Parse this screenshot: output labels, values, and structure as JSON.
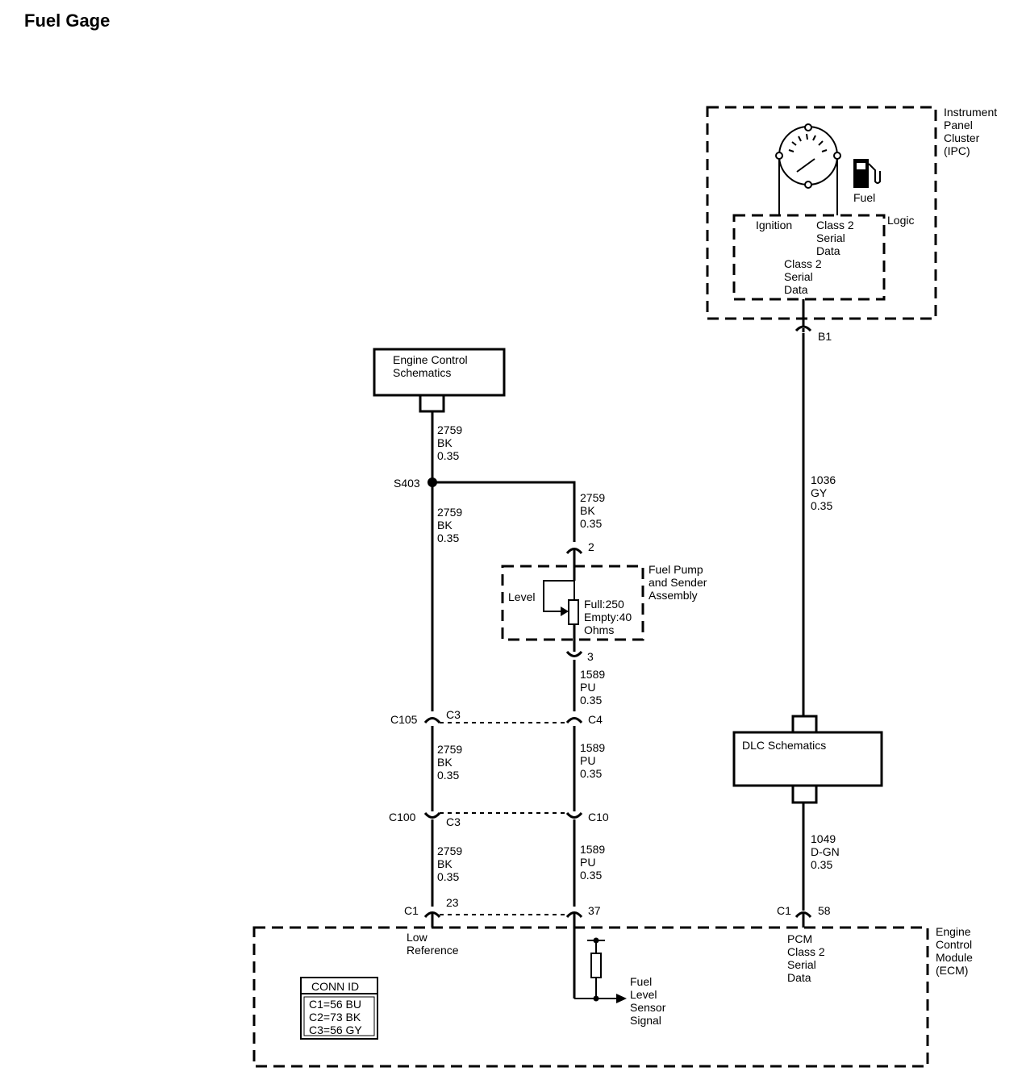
{
  "title": "Fuel Gage",
  "ipc": {
    "name": [
      "Instrument",
      "Panel",
      "Cluster",
      "(IPC)"
    ],
    "logic": "Logic",
    "ignition": "Ignition",
    "class2_upper": [
      "Class 2",
      "Serial",
      "Data"
    ],
    "class2_lower": [
      "Class 2",
      "Serial",
      "Data"
    ],
    "fuel_label": "Fuel",
    "connector": "B1"
  },
  "engine_control_schematics": [
    "Engine Control",
    "Schematics"
  ],
  "dlc_schematics": "DLC Schematics",
  "splice": "S403",
  "fuel_pump": {
    "name": [
      "Fuel Pump",
      "and Sender",
      "Assembly"
    ],
    "level": "Level",
    "spec": [
      "Full:250",
      "Empty:40",
      "Ohms"
    ],
    "pin_top": "2",
    "pin_bottom": "3"
  },
  "wires": {
    "w_ecs": [
      "2759",
      "BK",
      "0.35"
    ],
    "w_s403_down": [
      "2759",
      "BK",
      "0.35"
    ],
    "w_s403_right": [
      "2759",
      "BK",
      "0.35"
    ],
    "w_pu_1": [
      "1589",
      "PU",
      "0.35"
    ],
    "w_bk_c105": [
      "2759",
      "BK",
      "0.35"
    ],
    "w_pu_c4": [
      "1589",
      "PU",
      "0.35"
    ],
    "w_bk_c100": [
      "2759",
      "BK",
      "0.35"
    ],
    "w_pu_c10": [
      "1589",
      "PU",
      "0.35"
    ],
    "w_gy": [
      "1036",
      "GY",
      "0.35"
    ],
    "w_dgn": [
      "1049",
      "D-GN",
      "0.35"
    ]
  },
  "connectors": {
    "c105": "C105",
    "c105_pin": "C3",
    "c105_pin_pu": "C4",
    "c100": "C100",
    "c100_pin": "C3",
    "c100_pin_pu": "C10",
    "c1_left": "C1",
    "c1_left_pin": "23",
    "c1_mid_pin": "37",
    "c1_right": "C1",
    "c1_right_pin": "58"
  },
  "ecm": {
    "name": [
      "Engine",
      "Control",
      "Module",
      "(ECM)"
    ],
    "low_reference": [
      "Low",
      "Reference"
    ],
    "pcm_class2": [
      "PCM",
      "Class 2",
      "Serial",
      "Data"
    ],
    "fuel_level_signal": [
      "Fuel",
      "Level",
      "Sensor",
      "Signal"
    ]
  },
  "conn_id": {
    "header": "CONN ID",
    "rows": [
      "C1=56 BU",
      "C2=73 BK",
      "C3=56 GY"
    ]
  }
}
